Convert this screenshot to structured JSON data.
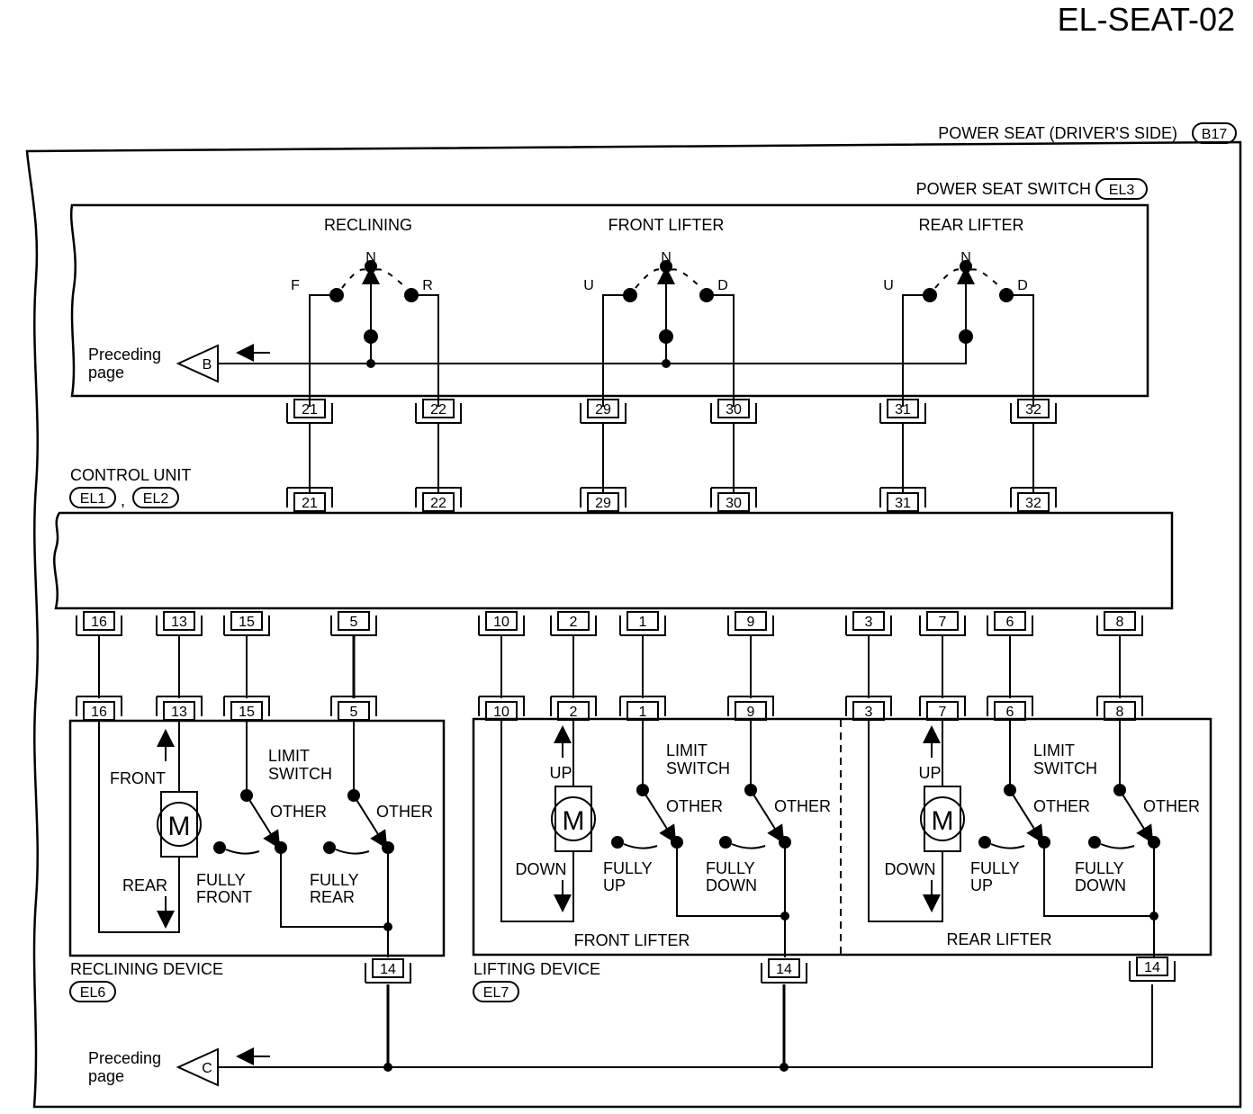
{
  "page_id": "EL-SEAT-02",
  "assembly": {
    "label": "POWER SEAT (DRIVER'S SIDE)",
    "ref": "B17"
  },
  "switch_unit": {
    "label": "POWER SEAT SWITCH",
    "ref": "EL3",
    "groups": [
      {
        "name": "RECLINING",
        "left": "F",
        "mid": "N",
        "right": "R",
        "pin_left": "21",
        "pin_right": "22"
      },
      {
        "name": "FRONT LIFTER",
        "left": "U",
        "mid": "N",
        "right": "D",
        "pin_left": "29",
        "pin_right": "30"
      },
      {
        "name": "REAR LIFTER",
        "left": "U",
        "mid": "N",
        "right": "D",
        "pin_left": "31",
        "pin_right": "32"
      }
    ]
  },
  "control_unit": {
    "label": "CONTROL UNIT",
    "ref1": "EL1",
    "ref2": "EL2",
    "sep": ","
  },
  "connector_b": {
    "letter": "B",
    "text1": "Preceding",
    "text2": "page"
  },
  "connector_c": {
    "letter": "C",
    "text1": "Preceding",
    "text2": "page"
  },
  "bottom_pins": [
    "16",
    "13",
    "15",
    "5",
    "10",
    "2",
    "1",
    "9",
    "3",
    "7",
    "6",
    "8"
  ],
  "reclining_device": {
    "label": "RECLINING DEVICE",
    "ref": "EL6",
    "motor": "M",
    "dir_up": "FRONT",
    "dir_down": "REAR",
    "limit1": "LIMIT",
    "limit2": "SWITCH",
    "other_a": "OTHER",
    "other_b": "OTHER",
    "fully_a1": "FULLY",
    "fully_a2": "FRONT",
    "fully_b1": "FULLY",
    "fully_b2": "REAR",
    "ground_pin": "14"
  },
  "lifting_device": {
    "label": "LIFTING DEVICE",
    "ref": "EL7",
    "ground_pin_front": "14",
    "ground_pin_rear": "14",
    "front": {
      "name": "FRONT LIFTER",
      "motor": "M",
      "dir_up": "UP",
      "dir_down": "DOWN",
      "limit1": "LIMIT",
      "limit2": "SWITCH",
      "other_a": "OTHER",
      "other_b": "OTHER",
      "fully_a1": "FULLY",
      "fully_a2": "UP",
      "fully_b1": "FULLY",
      "fully_b2": "DOWN"
    },
    "rear": {
      "name": "REAR LIFTER",
      "motor": "M",
      "dir_up": "UP",
      "dir_down": "DOWN",
      "limit1": "LIMIT",
      "limit2": "SWITCH",
      "other_a": "OTHER",
      "other_b": "OTHER",
      "fully_a1": "FULLY",
      "fully_a2": "UP",
      "fully_b1": "FULLY",
      "fully_b2": "DOWN"
    }
  }
}
